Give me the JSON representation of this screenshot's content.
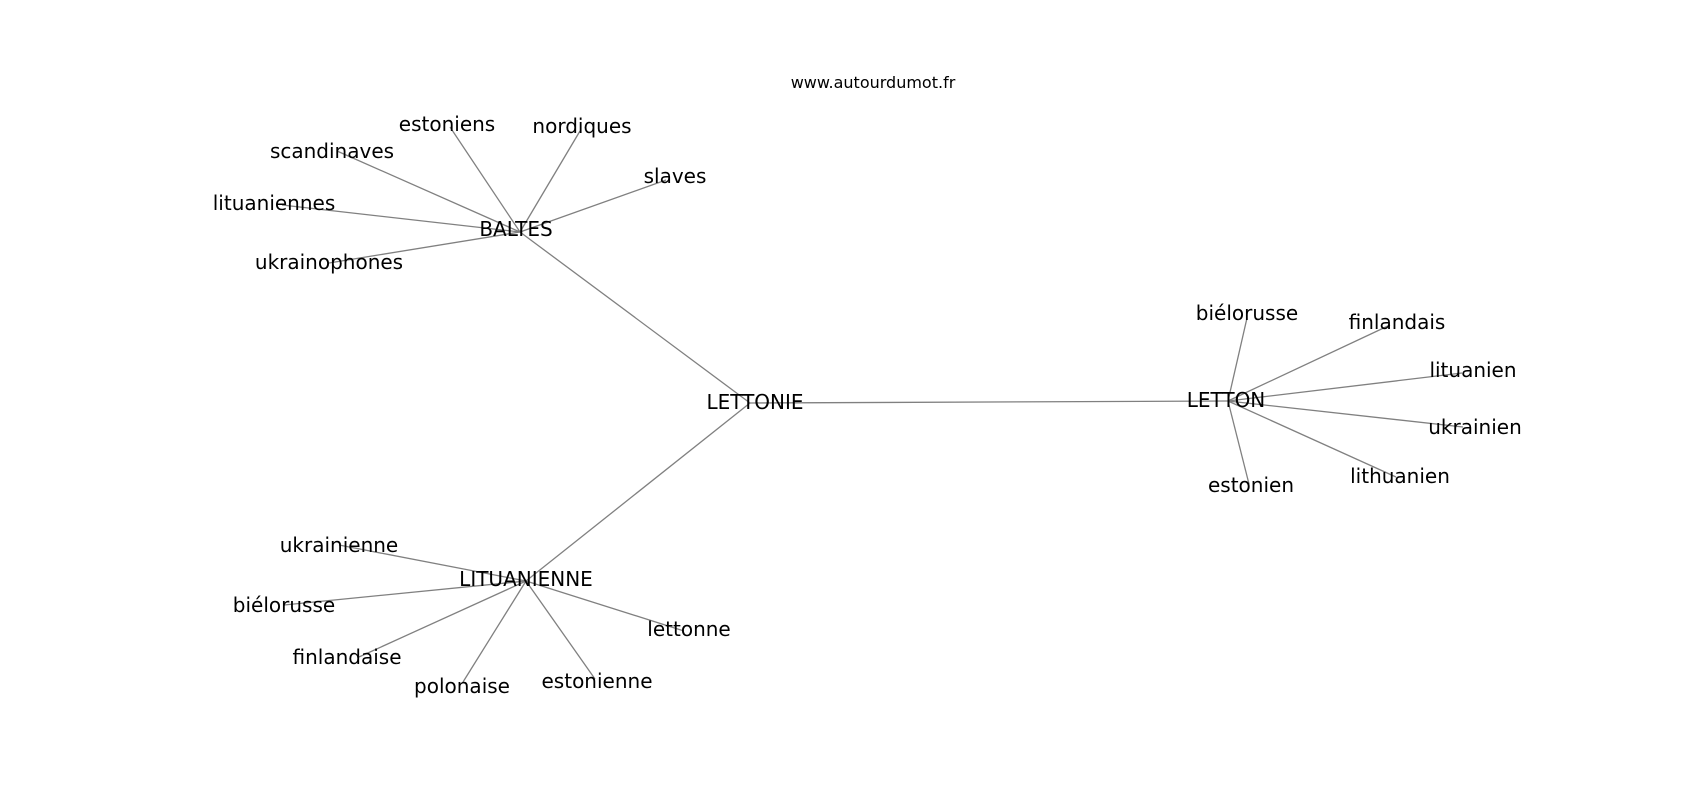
{
  "watermark": "www.autourdumot.fr",
  "graph": {
    "nodes": [
      {
        "id": "lettonie",
        "label": "LETTONIE"
      },
      {
        "id": "baltes",
        "label": "BALTES"
      },
      {
        "id": "letton",
        "label": "LETTON"
      },
      {
        "id": "lituanienne",
        "label": "LITUANIENNE"
      },
      {
        "id": "estoniens",
        "label": "estoniens"
      },
      {
        "id": "nordiques",
        "label": "nordiques"
      },
      {
        "id": "scandinaves",
        "label": "scandinaves"
      },
      {
        "id": "slaves",
        "label": "slaves"
      },
      {
        "id": "lituaniennes",
        "label": "lituaniennes"
      },
      {
        "id": "ukrainophones",
        "label": "ukrainophones"
      },
      {
        "id": "bielorusse_m",
        "label": "biélorusse"
      },
      {
        "id": "finlandais",
        "label": "finlandais"
      },
      {
        "id": "lituanien",
        "label": "lituanien"
      },
      {
        "id": "ukrainien",
        "label": "ukrainien"
      },
      {
        "id": "lithuanien",
        "label": "lithuanien"
      },
      {
        "id": "estonien",
        "label": "estonien"
      },
      {
        "id": "ukrainienne",
        "label": "ukrainienne"
      },
      {
        "id": "bielorusse_f",
        "label": "biélorusse"
      },
      {
        "id": "finlandaise",
        "label": "finlandaise"
      },
      {
        "id": "polonaise",
        "label": "polonaise"
      },
      {
        "id": "estonienne",
        "label": "estonienne"
      },
      {
        "id": "lettonne",
        "label": "lettonne"
      }
    ],
    "edges": [
      [
        "lettonie",
        "baltes"
      ],
      [
        "lettonie",
        "letton"
      ],
      [
        "lettonie",
        "lituanienne"
      ],
      [
        "baltes",
        "estoniens"
      ],
      [
        "baltes",
        "nordiques"
      ],
      [
        "baltes",
        "scandinaves"
      ],
      [
        "baltes",
        "slaves"
      ],
      [
        "baltes",
        "lituaniennes"
      ],
      [
        "baltes",
        "ukrainophones"
      ],
      [
        "letton",
        "bielorusse_m"
      ],
      [
        "letton",
        "finlandais"
      ],
      [
        "letton",
        "lituanien"
      ],
      [
        "letton",
        "ukrainien"
      ],
      [
        "letton",
        "lithuanien"
      ],
      [
        "letton",
        "estonien"
      ],
      [
        "lituanienne",
        "ukrainienne"
      ],
      [
        "lituanienne",
        "bielorusse_f"
      ],
      [
        "lituanienne",
        "finlandaise"
      ],
      [
        "lituanienne",
        "polonaise"
      ],
      [
        "lituanienne",
        "estonienne"
      ],
      [
        "lituanienne",
        "lettonne"
      ]
    ]
  }
}
